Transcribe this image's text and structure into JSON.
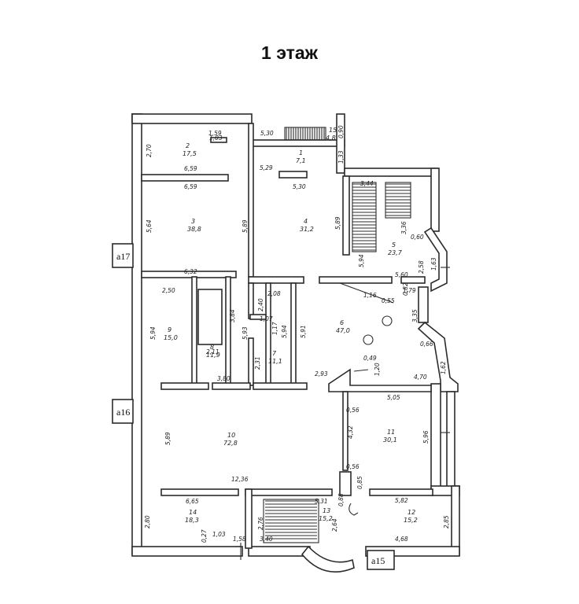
{
  "title": "1 этаж",
  "axis_marks": [
    "a17",
    "a16",
    "a15"
  ],
  "rooms": [
    {
      "num": "1",
      "area": "7,1"
    },
    {
      "num": "2",
      "area": "17,5"
    },
    {
      "num": "3",
      "area": "38,8"
    },
    {
      "num": "4",
      "area": "31,2"
    },
    {
      "num": "5",
      "area": "23,7"
    },
    {
      "num": "6",
      "area": "47,0"
    },
    {
      "num": "7",
      "area": "11,1"
    },
    {
      "num": "8",
      "area": "11,9"
    },
    {
      "num": "9",
      "area": "15,0"
    },
    {
      "num": "10",
      "area": "72,8"
    },
    {
      "num": "11",
      "area": "30,1"
    },
    {
      "num": "12",
      "area": "15,2"
    },
    {
      "num": "13",
      "area": "15,2"
    },
    {
      "num": "14",
      "area": "18,3"
    },
    {
      "num": "15",
      "area": "4,8"
    }
  ],
  "dimensions": [
    "1,59",
    "1,03",
    "2,70",
    "6,59",
    "6,59",
    "5,30",
    "0,90",
    "5,29",
    "1,33",
    "5,30",
    "5,64",
    "5,89",
    "5,89",
    "3,44",
    "3,36",
    "0,60",
    "5,94",
    "2,58",
    "1,63",
    "6,32",
    "5,60",
    "0,82",
    "2,50",
    "2,08",
    "1,16",
    "0,55",
    "1,79",
    "2,40",
    "1,07",
    "3,84",
    "5,94",
    "5,93",
    "1,17",
    "5,94",
    "5,91",
    "3,35",
    "0,66",
    "2,11",
    "2,31",
    "0,49",
    "2,93",
    "1,20",
    "4,70",
    "1,62",
    "3,80",
    "5,05",
    "0,56",
    "5,89",
    "4,32",
    "5,96",
    "12,36",
    "0,56",
    "0,85",
    "6,65",
    "0,88",
    "5,31",
    "5,82",
    "2,80",
    "2,76",
    "2,64",
    "2,85",
    "0,27",
    "1,03",
    "1,58",
    "3,40",
    "4,68"
  ]
}
